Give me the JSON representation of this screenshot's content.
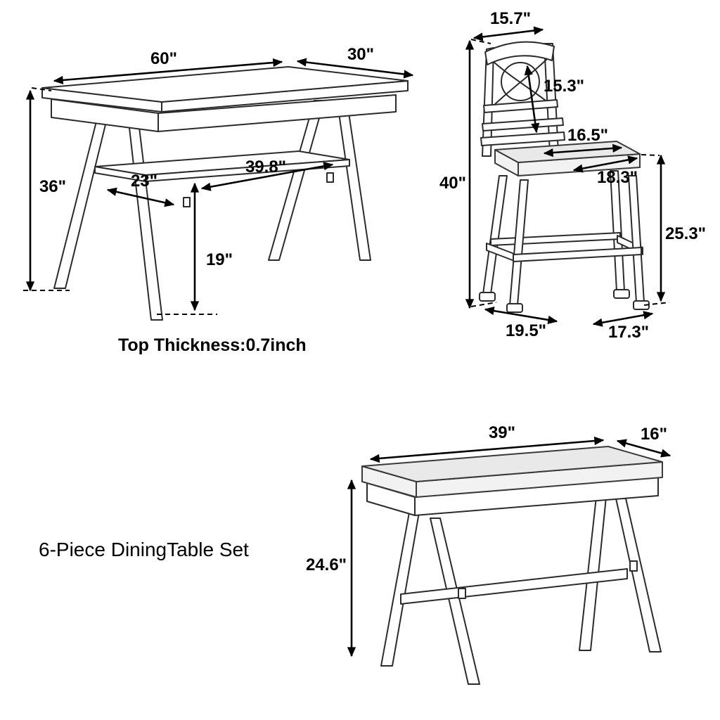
{
  "captions": {
    "set_title": "6-Piece DiningTable Set",
    "thickness_note": "Top Thickness:0.7inch"
  },
  "table": {
    "length": "60\"",
    "depth": "30\"",
    "height": "36\"",
    "shelf_depth": "23\"",
    "shelf_length": "39.8\"",
    "shelf_height": "19\""
  },
  "chair": {
    "back_width": "15.7\"",
    "back_height": "15.3\"",
    "seat_depth": "16.5\"",
    "seat_width": "18.3\"",
    "overall_height": "40\"",
    "seat_height": "25.3\"",
    "base_depth": "19.5\"",
    "base_width": "17.3\""
  },
  "bench": {
    "length": "39\"",
    "depth": "16\"",
    "height": "24.6\""
  },
  "colors": {
    "line": "#000000",
    "cushion": "#e9e9e9",
    "background": "#ffffff"
  }
}
